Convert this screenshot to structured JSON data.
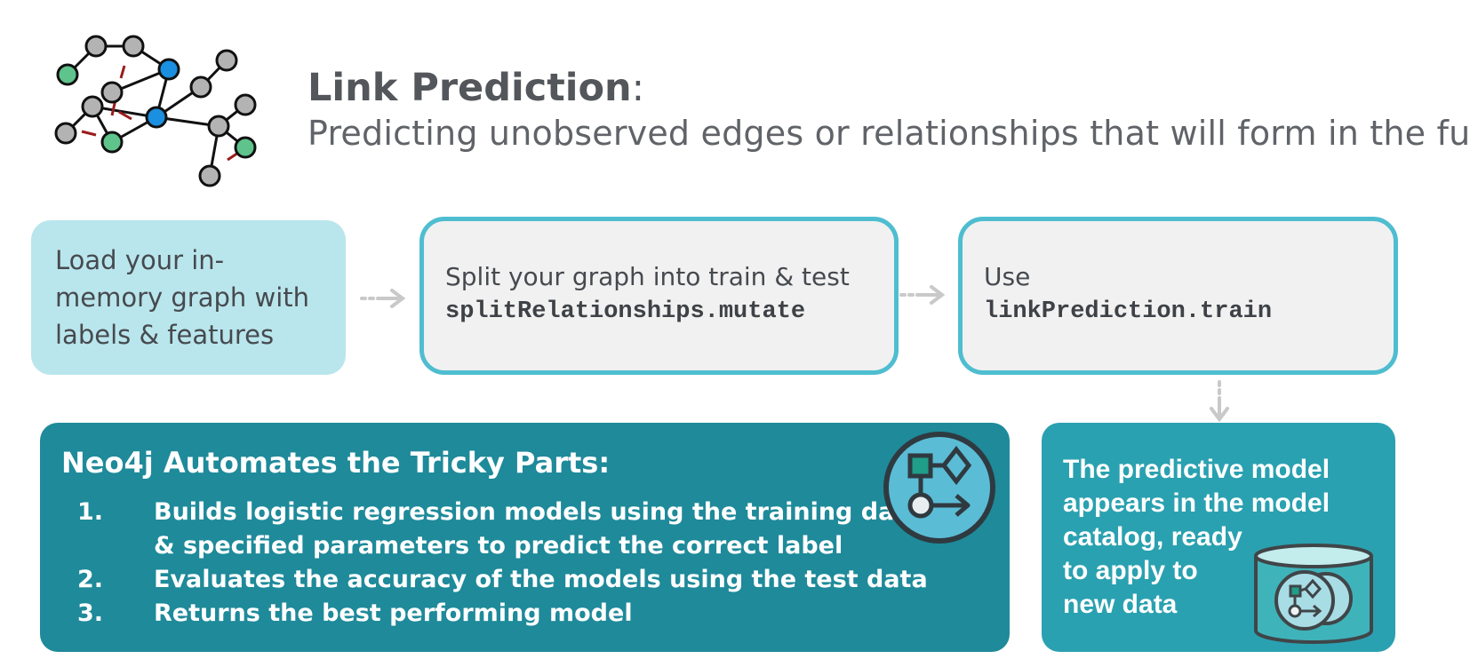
{
  "header": {
    "title": "Link Prediction",
    "title_suffix": ":",
    "subtitle": "Predicting unobserved edges or relationships that will form in the future"
  },
  "flow": {
    "load": {
      "lines": [
        "Load your in-",
        "memory graph with",
        "labels & features"
      ]
    },
    "split": {
      "text": "Split your graph into train & test",
      "code": "splitRelationships.mutate"
    },
    "train": {
      "text": "Use",
      "code": "linkPrediction.train"
    }
  },
  "automation": {
    "title": "Neo4j Automates the Tricky Parts:",
    "steps": [
      {
        "number": "1.",
        "lines": [
          "Builds logistic regression models using the training data",
          "& specified parameters to predict the correct label"
        ]
      },
      {
        "number": "2.",
        "lines": [
          "Evaluates the accuracy of the models using the test data"
        ]
      },
      {
        "number": "3.",
        "lines": [
          "Returns the best performing model"
        ]
      }
    ]
  },
  "model_catalog": {
    "lines": [
      "The predictive model",
      "appears in the model",
      "catalog, ready",
      "to apply to",
      "new data"
    ]
  },
  "icons": [
    "graph-network-icon",
    "workflow-icon",
    "model-catalog-icon",
    "arrow-right-icon",
    "arrow-down-icon"
  ],
  "colors": {
    "light_teal": "#b9e6ec",
    "outline_teal": "#4fbdd0",
    "dark_teal": "#1e8a9a",
    "mid_teal": "#2aa1b0",
    "node_gray": "#b3b3b3",
    "node_blue": "#1b8fe0",
    "node_green": "#5fc38c",
    "predicted_edge": "#9b1b1b"
  }
}
